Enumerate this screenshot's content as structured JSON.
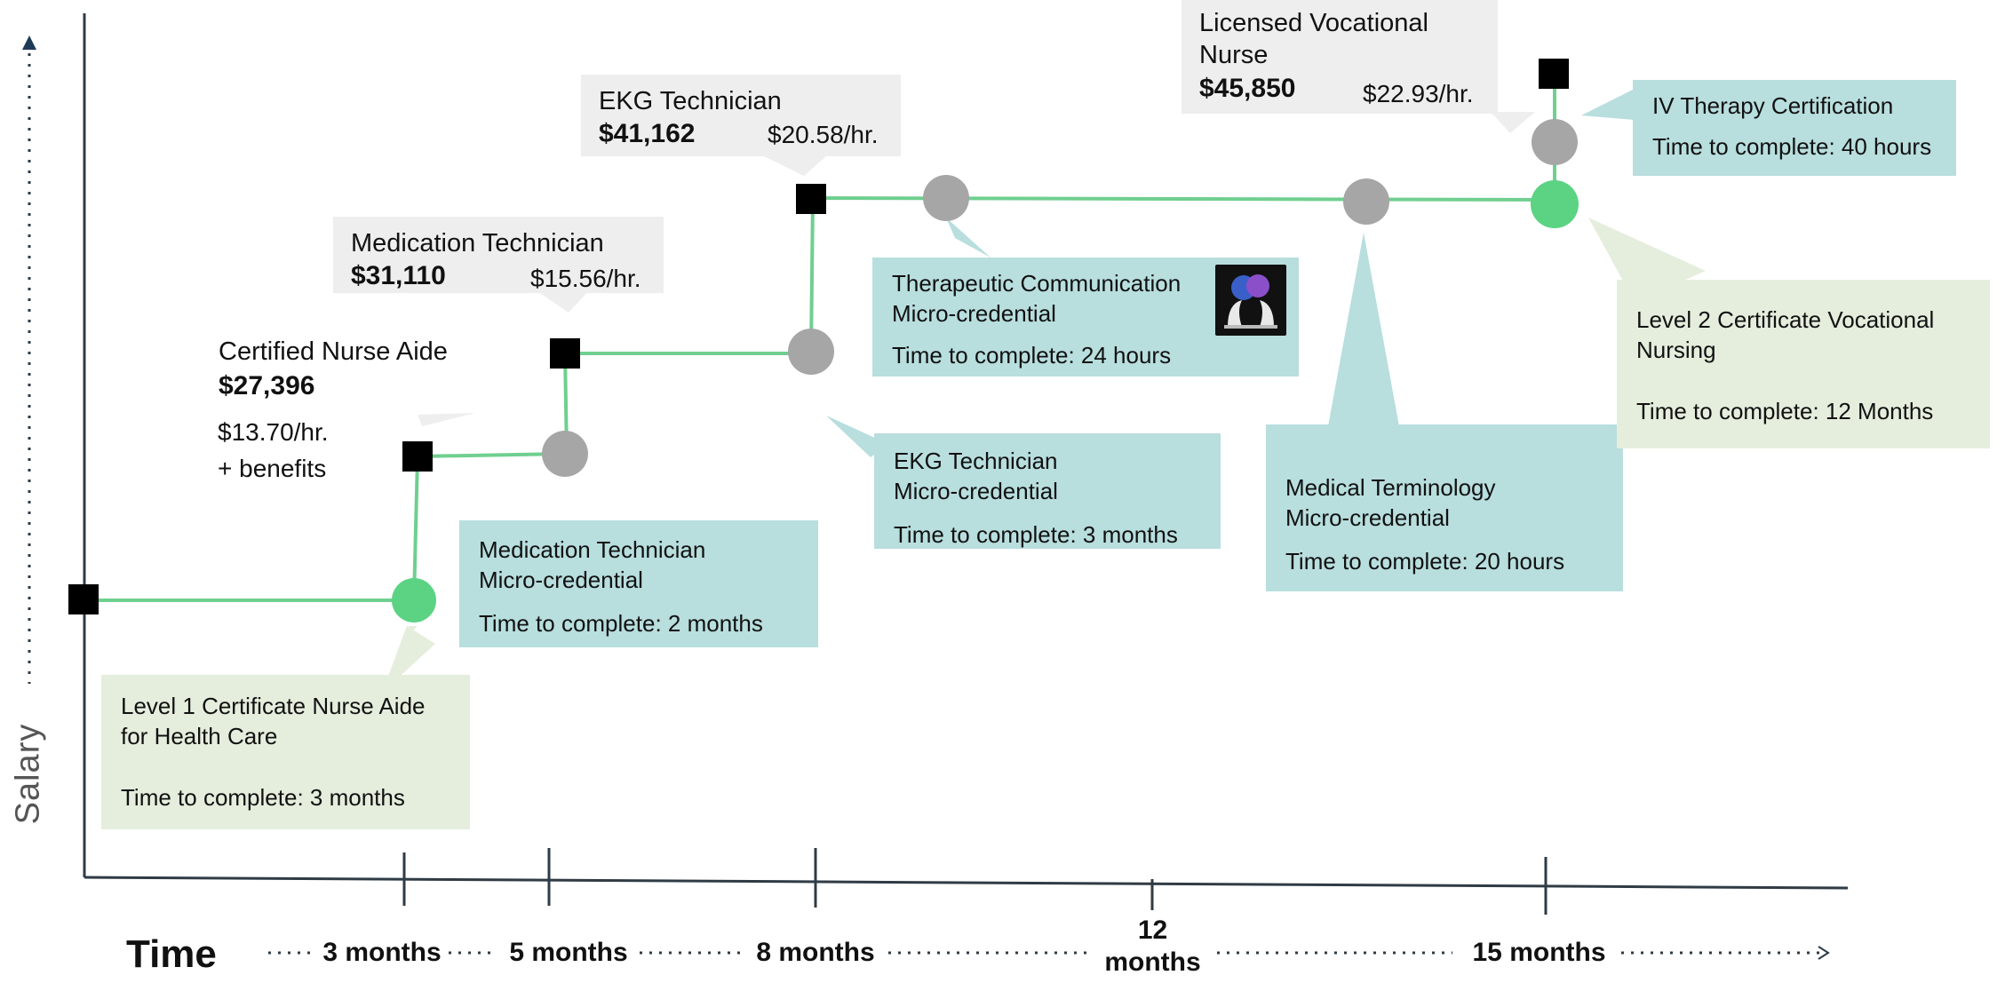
{
  "axes": {
    "y_label": "Salary",
    "x_label": "Time"
  },
  "time_labels": [
    "3 months",
    "5 months",
    "8 months",
    "12\nmonths",
    "15 months"
  ],
  "jobs": {
    "cna": {
      "title": "Certified Nurse Aide",
      "salary": "$27,396",
      "hourly": "$13.70/hr.",
      "benefits": "+ benefits"
    },
    "med_tech": {
      "title": "Medication Technician",
      "salary": "$31,110",
      "hourly": "$15.56/hr."
    },
    "ekg": {
      "title": "EKG Technician",
      "salary": "$41,162",
      "hourly": "$20.58/hr."
    },
    "lvn": {
      "title": "Licensed Vocational\nNurse",
      "salary": "$45,850",
      "hourly": "$22.93/hr."
    }
  },
  "steps": {
    "level1": {
      "lines": [
        "Level 1 Certificate Nurse Aide",
        "for Health Care"
      ],
      "time": "Time to complete: 3 months"
    },
    "med_tech_mc": {
      "lines": [
        "Medication Technician",
        "Micro-credential"
      ],
      "time": "Time to complete: 2 months"
    },
    "ekg_mc": {
      "lines": [
        "EKG Technician",
        "Micro-credential"
      ],
      "time": "Time to complete: 3 months"
    },
    "therapeutic_mc": {
      "lines": [
        "Therapeutic Communication",
        "Micro-credential"
      ],
      "time": "Time to complete: 24 hours"
    },
    "med_term_mc": {
      "lines": [
        "Medical Terminology",
        "Micro-credential"
      ],
      "time": "Time to complete: 20 hours"
    },
    "level2": {
      "lines": [
        "Level 2 Certificate Vocational",
        "Nursing"
      ],
      "time": "Time to complete: 12 Months"
    },
    "iv": {
      "lines": [
        "IV Therapy Certification"
      ],
      "time": "Time to complete: 40 hours"
    }
  },
  "colors": {
    "path": "#6fcf8f",
    "node_green": "#5bd383",
    "node_gray": "#a6a6a6",
    "node_job": "#000000",
    "teal_box": "#b8dede",
    "green_box": "#e5eedd",
    "gray_box": "#eeeeee",
    "axis": "#2f3b45"
  }
}
